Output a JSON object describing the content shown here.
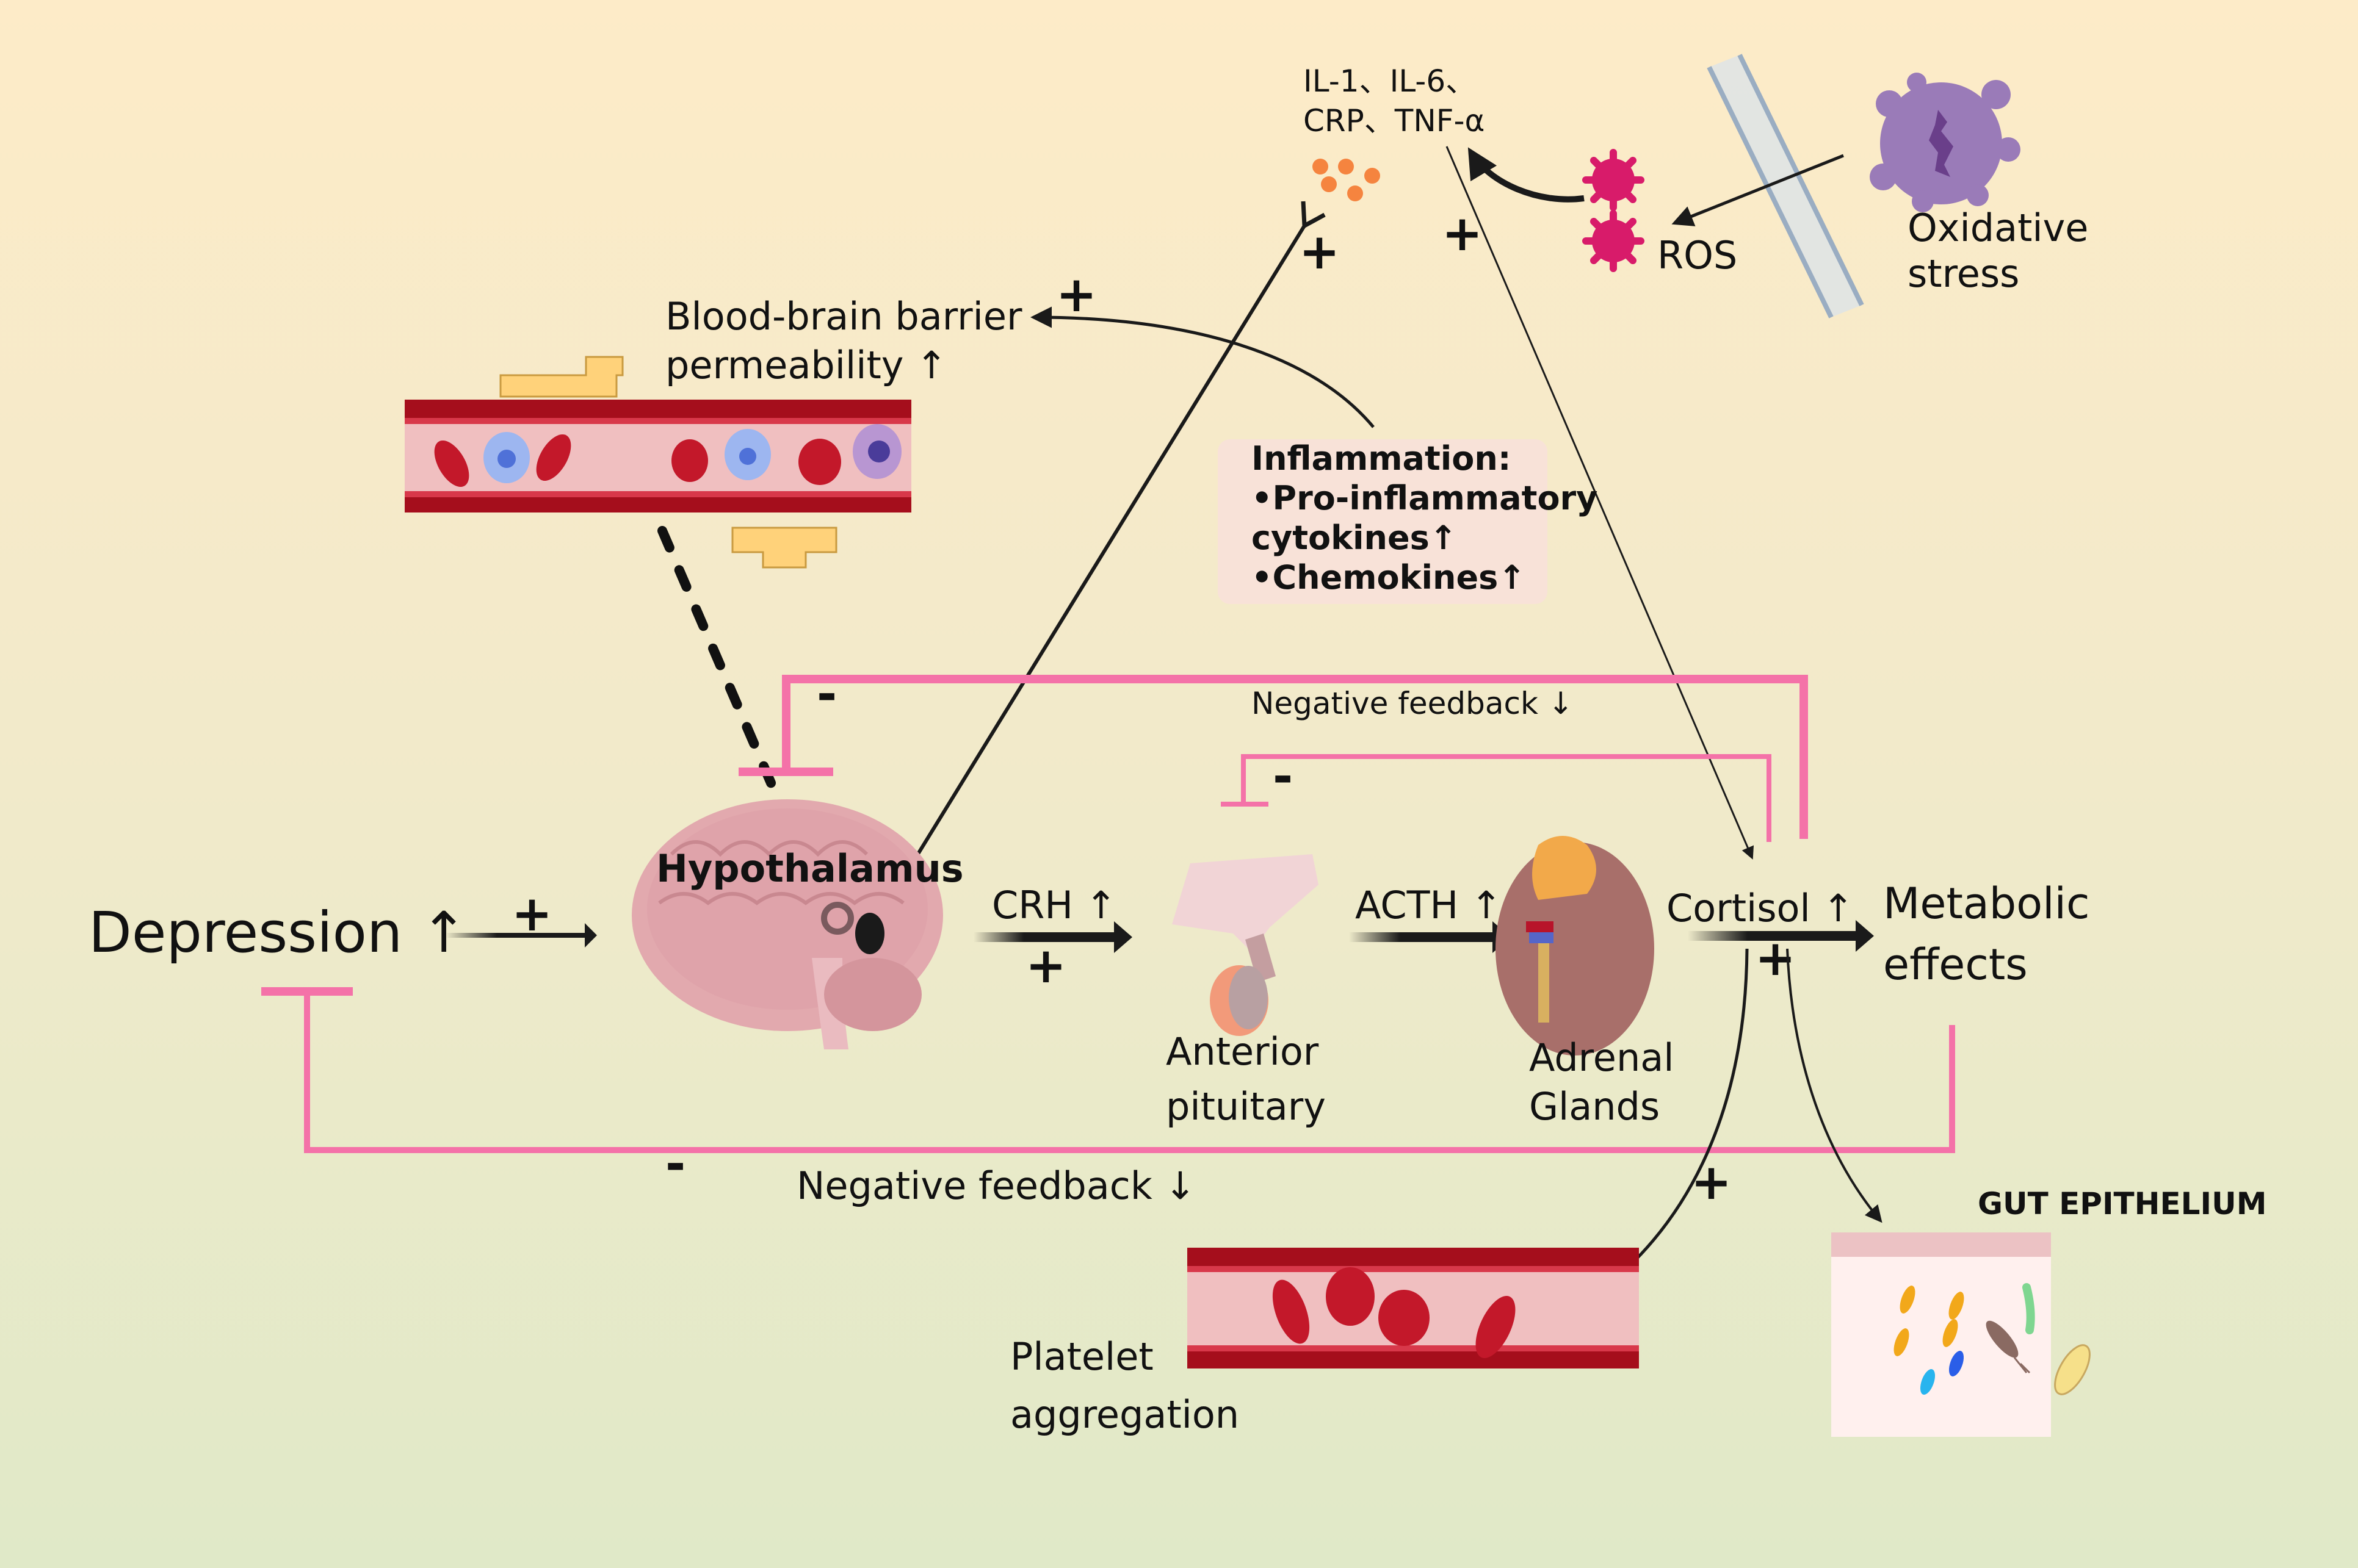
{
  "diagram": {
    "title": "HPA axis, inflammation and oxidative stress in depression",
    "colors": {
      "background_top": "#FDEBC8",
      "background_bottom": "#E0E9C8",
      "feedback_line": "#F472A8",
      "arrow": "#1A1A1A",
      "ros": "#D81B6A",
      "cytokine_dots": "#F5843F",
      "vessel_wall": "#A50E1C",
      "vessel_lumen": "#F0BFC0",
      "rbc": "#C3182A",
      "brain": "#E2A9AE",
      "kidney": "#A86F6A",
      "adrenal": "#F2A94A",
      "pituitary_stalk": "#F1D4D6",
      "gut_box": "#FFF0EE",
      "oxidative_cell": "#9A7BB8",
      "inflammation_box": "#F8E2D8"
    },
    "nodes": {
      "depression": "Depression ↑",
      "hypothalamus": "Hypothalamus",
      "crh": "CRH ↑",
      "acth": "ACTH ↑",
      "anterior_pituitary": [
        "Anterior",
        "pituitary"
      ],
      "adrenal_glands": [
        "Adrenal",
        "Glands"
      ],
      "cortisol": "Cortisol ↑",
      "metabolic_effects": [
        "Metabolic",
        "effects"
      ],
      "bbb": [
        "Blood-brain barrier",
        "permeability ↑"
      ],
      "cytokines": [
        "IL-1、IL-6、",
        "CRP、TNF-α"
      ],
      "ros": "ROS",
      "oxidative_stress": [
        "Oxidative",
        "stress"
      ],
      "inflammation": [
        "Inflammation:",
        "•Pro-inflammatory",
        "cytokines↑",
        "•Chemokines↑"
      ],
      "negative_feedback_outer": "Negative feedback ↓",
      "negative_feedback_inner": "Negative feedback ↓",
      "platelet": [
        "Platelet",
        "aggregation"
      ],
      "gut": "GUT EPITHELIUM"
    },
    "signs": {
      "plus": "+",
      "minus": "-"
    }
  }
}
